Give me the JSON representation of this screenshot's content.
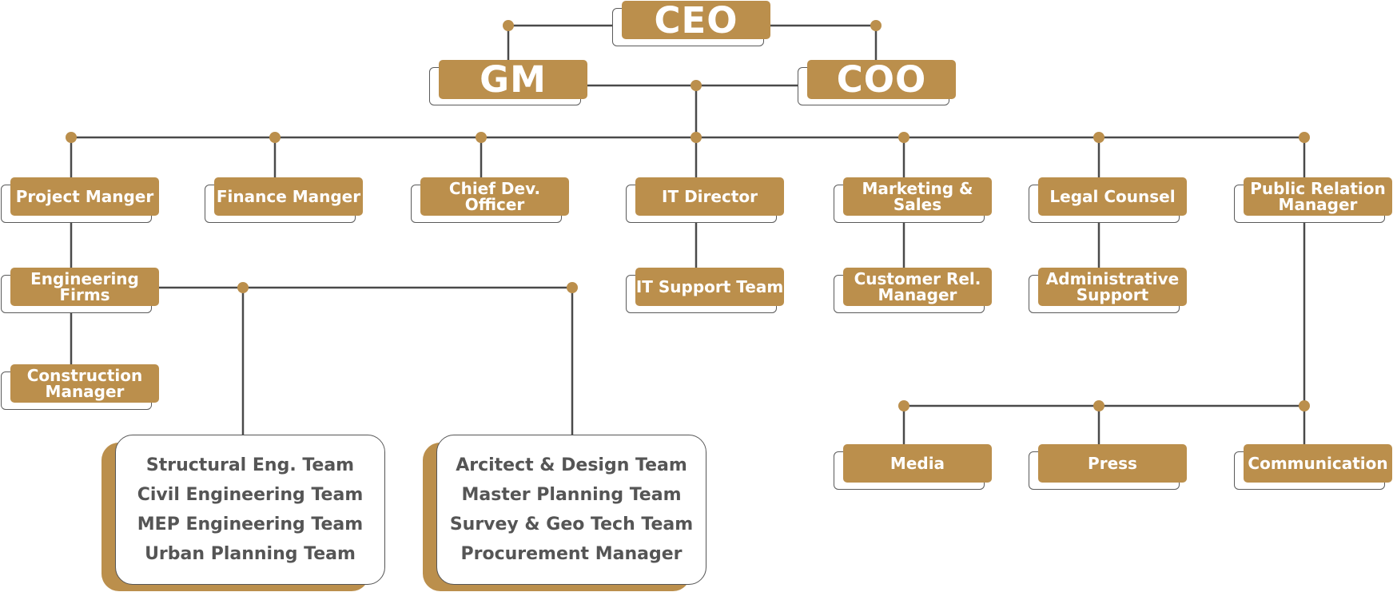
{
  "nodes": {
    "ceo": "CEO",
    "gm": "GM",
    "coo": "COO",
    "project_manager": "Project Manger",
    "finance_manager": "Finance Manger",
    "chief_dev_officer": "Chief Dev. Officer",
    "it_director": "IT Director",
    "marketing_sales": "Marketing & Sales",
    "legal_counsel": "Legal Counsel",
    "public_relation_manager": "Public Relation Manager",
    "engineering_firms": "Engineering Firms",
    "construction_manager": "Construction Manager",
    "it_support_team": "IT Support Team",
    "customer_rel_manager": "Customer Rel. Manager",
    "administrative_support": "Administrative Support",
    "media": "Media",
    "press": "Press",
    "communication": "Communication"
  },
  "team_groups": {
    "engineering": [
      "Structural Eng. Team",
      "Civil Engineering Team",
      "MEP Engineering Team",
      "Urban Planning Team"
    ],
    "design": [
      "Arcitect & Design Team",
      "Master Planning Team",
      "Survey & Geo Tech Team",
      "Procurement Manager"
    ]
  },
  "colors": {
    "accent": "#bb8f4c",
    "line": "#4a4a4a",
    "team_text": "#555555"
  }
}
